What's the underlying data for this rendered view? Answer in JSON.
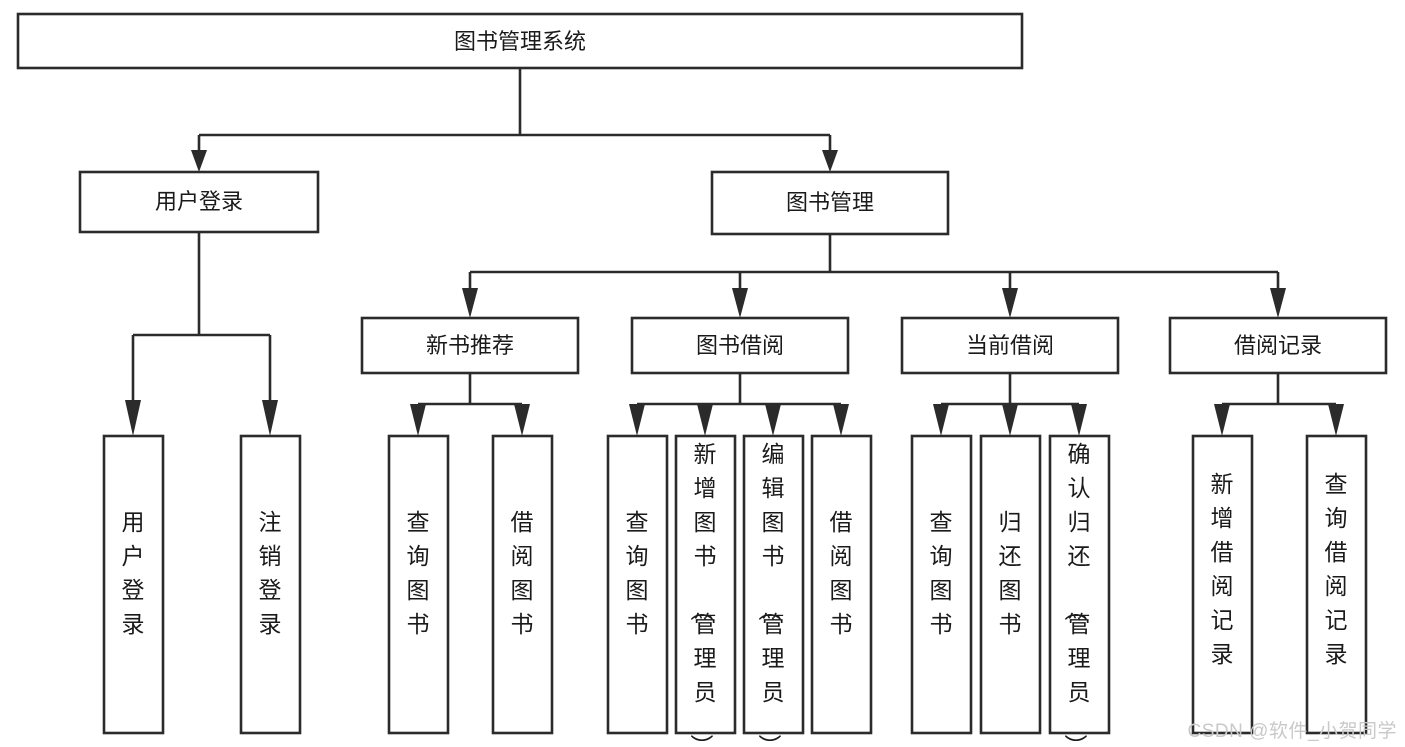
{
  "diagram": {
    "title": "图书管理系统",
    "type": "hierarchy-tree",
    "root": {
      "id": "root",
      "label": "图书管理系统",
      "orientation": "horizontal"
    },
    "level2": [
      {
        "id": "user-login",
        "label": "用户登录",
        "orientation": "horizontal"
      },
      {
        "id": "book-manage",
        "label": "图书管理",
        "orientation": "horizontal"
      }
    ],
    "level3": [
      {
        "id": "new-book-recommend",
        "label": "新书推荐",
        "orientation": "horizontal"
      },
      {
        "id": "book-borrow",
        "label": "图书借阅",
        "orientation": "horizontal"
      },
      {
        "id": "current-borrow",
        "label": "当前借阅",
        "orientation": "horizontal"
      },
      {
        "id": "borrow-record",
        "label": "借阅记录",
        "orientation": "horizontal"
      }
    ],
    "leaves": {
      "user-login": [
        {
          "id": "leaf-user-login",
          "label": "用户登录",
          "orientation": "vertical"
        },
        {
          "id": "leaf-logout",
          "label": "注销登录",
          "orientation": "vertical"
        }
      ],
      "new-book-recommend": [
        {
          "id": "leaf-query-book-1",
          "label": "查询图书",
          "orientation": "vertical"
        },
        {
          "id": "leaf-borrow-book-1",
          "label": "借阅图书",
          "orientation": "vertical"
        }
      ],
      "book-borrow": [
        {
          "id": "leaf-query-book-2",
          "label": "查询图书",
          "orientation": "vertical"
        },
        {
          "id": "leaf-add-book",
          "label": "新增图书（管理员）",
          "orientation": "vertical"
        },
        {
          "id": "leaf-edit-book",
          "label": "编辑图书（管理员）",
          "orientation": "vertical"
        },
        {
          "id": "leaf-borrow-book-2",
          "label": "借阅图书",
          "orientation": "vertical"
        }
      ],
      "current-borrow": [
        {
          "id": "leaf-query-book-3",
          "label": "查询图书",
          "orientation": "vertical"
        },
        {
          "id": "leaf-return-book",
          "label": "归还图书",
          "orientation": "vertical"
        },
        {
          "id": "leaf-confirm-return",
          "label": "确认归还（管理员）",
          "orientation": "vertical"
        }
      ],
      "borrow-record": [
        {
          "id": "leaf-add-record",
          "label": "新增借阅记录",
          "orientation": "vertical"
        },
        {
          "id": "leaf-query-record",
          "label": "查询借阅记录",
          "orientation": "vertical"
        }
      ]
    },
    "colors": {
      "stroke": "#2b2b2b",
      "fill": "#ffffff",
      "text": "#1a1a1a",
      "background": "#ffffff",
      "watermark": "#c9c9c9"
    }
  },
  "watermark": {
    "text": "CSDN @软件_小贺同学"
  }
}
